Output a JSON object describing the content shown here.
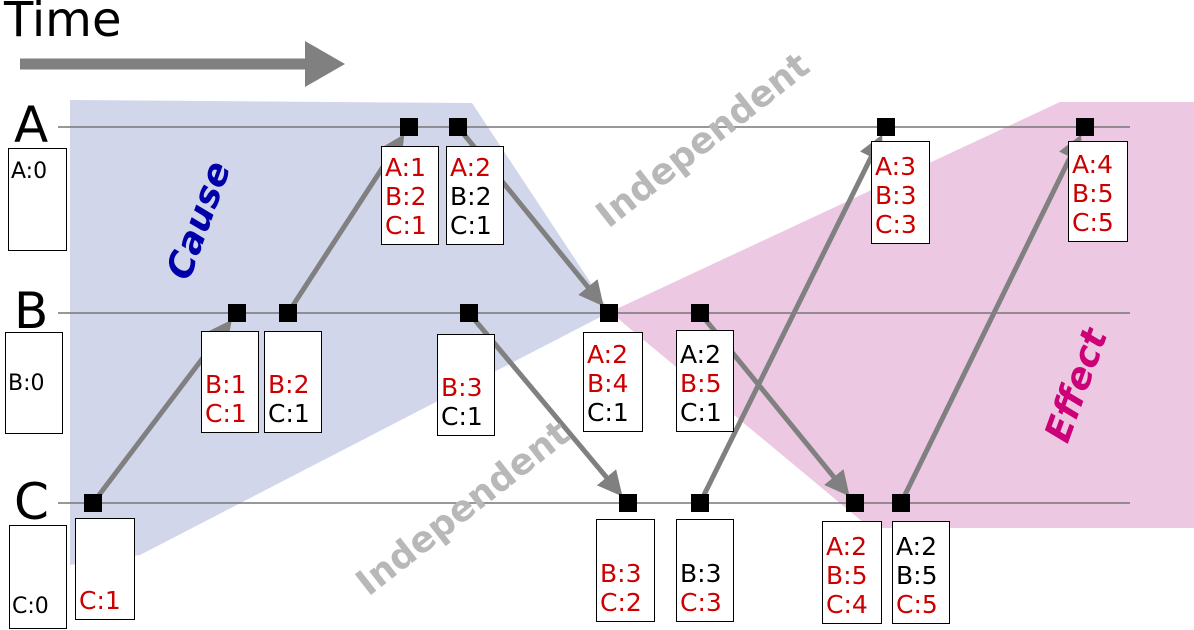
{
  "title": "Time",
  "colors": {
    "cause_fill": "#d2d6ea",
    "effect_fill": "#ecc8e2",
    "cause_text": "#0000aa",
    "effect_text": "#cc0077",
    "happened_before_red": "#cc0000",
    "arrow": "#808080",
    "independent_text": "#b8b8b8"
  },
  "lanes": [
    {
      "label": "A",
      "init": "A:0"
    },
    {
      "label": "B",
      "init": "B:0"
    },
    {
      "label": "C",
      "init": "C:0"
    }
  ],
  "regions": {
    "cause": "Cause",
    "effect": "Effect",
    "independent_top": "Independent",
    "independent_bottom": "Independent"
  },
  "events": [
    {
      "id": "c1",
      "lines": [
        {
          "t": "C:1",
          "red": true
        }
      ]
    },
    {
      "id": "b1",
      "lines": [
        {
          "t": "B:1",
          "red": true
        },
        {
          "t": "C:1",
          "red": true
        }
      ]
    },
    {
      "id": "b2",
      "lines": [
        {
          "t": "B:2",
          "red": true
        },
        {
          "t": "C:1",
          "red": false
        }
      ]
    },
    {
      "id": "a1",
      "lines": [
        {
          "t": "A:1",
          "red": true
        },
        {
          "t": "B:2",
          "red": true
        },
        {
          "t": "C:1",
          "red": true
        }
      ]
    },
    {
      "id": "a2",
      "lines": [
        {
          "t": "A:2",
          "red": true
        },
        {
          "t": "B:2",
          "red": false
        },
        {
          "t": "C:1",
          "red": false
        }
      ]
    },
    {
      "id": "b3",
      "lines": [
        {
          "t": "B:3",
          "red": true
        },
        {
          "t": "C:1",
          "red": false
        }
      ]
    },
    {
      "id": "b4",
      "lines": [
        {
          "t": "A:2",
          "red": true
        },
        {
          "t": "B:4",
          "red": true
        },
        {
          "t": "C:1",
          "red": false
        }
      ]
    },
    {
      "id": "c2",
      "lines": [
        {
          "t": "B:3",
          "red": true
        },
        {
          "t": "C:2",
          "red": true
        }
      ]
    },
    {
      "id": "c3",
      "lines": [
        {
          "t": "B:3",
          "red": false
        },
        {
          "t": "C:3",
          "red": true
        }
      ]
    },
    {
      "id": "b5",
      "lines": [
        {
          "t": "A:2",
          "red": false
        },
        {
          "t": "B:5",
          "red": true
        },
        {
          "t": "C:1",
          "red": false
        }
      ]
    },
    {
      "id": "a3",
      "lines": [
        {
          "t": "A:3",
          "red": true
        },
        {
          "t": "B:3",
          "red": true
        },
        {
          "t": "C:3",
          "red": true
        }
      ]
    },
    {
      "id": "c4",
      "lines": [
        {
          "t": "A:2",
          "red": true
        },
        {
          "t": "B:5",
          "red": true
        },
        {
          "t": "C:4",
          "red": true
        }
      ]
    },
    {
      "id": "c5",
      "lines": [
        {
          "t": "A:2",
          "red": false
        },
        {
          "t": "B:5",
          "red": false
        },
        {
          "t": "C:5",
          "red": true
        }
      ]
    },
    {
      "id": "a4",
      "lines": [
        {
          "t": "A:4",
          "red": true
        },
        {
          "t": "B:5",
          "red": true
        },
        {
          "t": "C:5",
          "red": true
        }
      ]
    }
  ],
  "messages": [
    {
      "from": "c1",
      "to": "b1"
    },
    {
      "from": "b2",
      "to": "a1"
    },
    {
      "from": "a2",
      "to": "b4"
    },
    {
      "from": "b3",
      "to": "c2"
    },
    {
      "from": "b5",
      "to": "c4"
    },
    {
      "from": "c3",
      "to": "a3"
    },
    {
      "from": "c5",
      "to": "a4"
    }
  ]
}
